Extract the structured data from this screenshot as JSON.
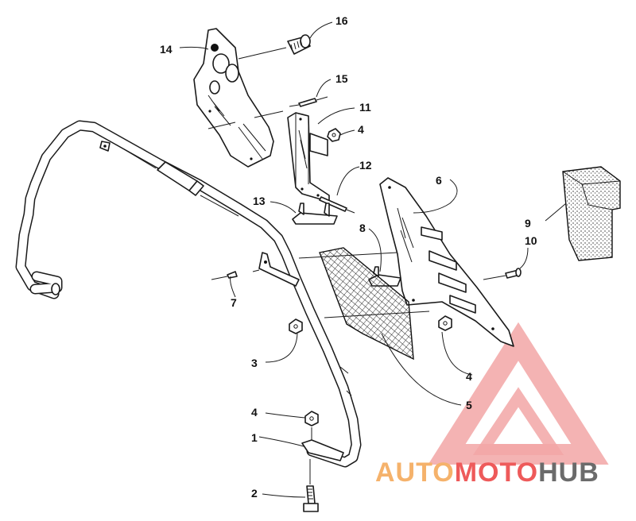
{
  "callouts": [
    {
      "id": "1"
    },
    {
      "id": "2"
    },
    {
      "id": "3"
    },
    {
      "id": "4"
    },
    {
      "id": "4"
    },
    {
      "id": "4"
    },
    {
      "id": "5"
    },
    {
      "id": "6"
    },
    {
      "id": "7"
    },
    {
      "id": "8"
    },
    {
      "id": "9"
    },
    {
      "id": "10"
    },
    {
      "id": "11"
    },
    {
      "id": "12"
    },
    {
      "id": "13"
    },
    {
      "id": "14"
    },
    {
      "id": "15"
    },
    {
      "id": "16"
    }
  ],
  "watermark": {
    "part1": "AUTO",
    "part2": "MOTO",
    "part3": "HUB",
    "colors": {
      "orange": "#f5b26b",
      "red": "#ee5a5a",
      "gray": "#6b6b6b",
      "triangle": "#f2a6a6"
    }
  }
}
